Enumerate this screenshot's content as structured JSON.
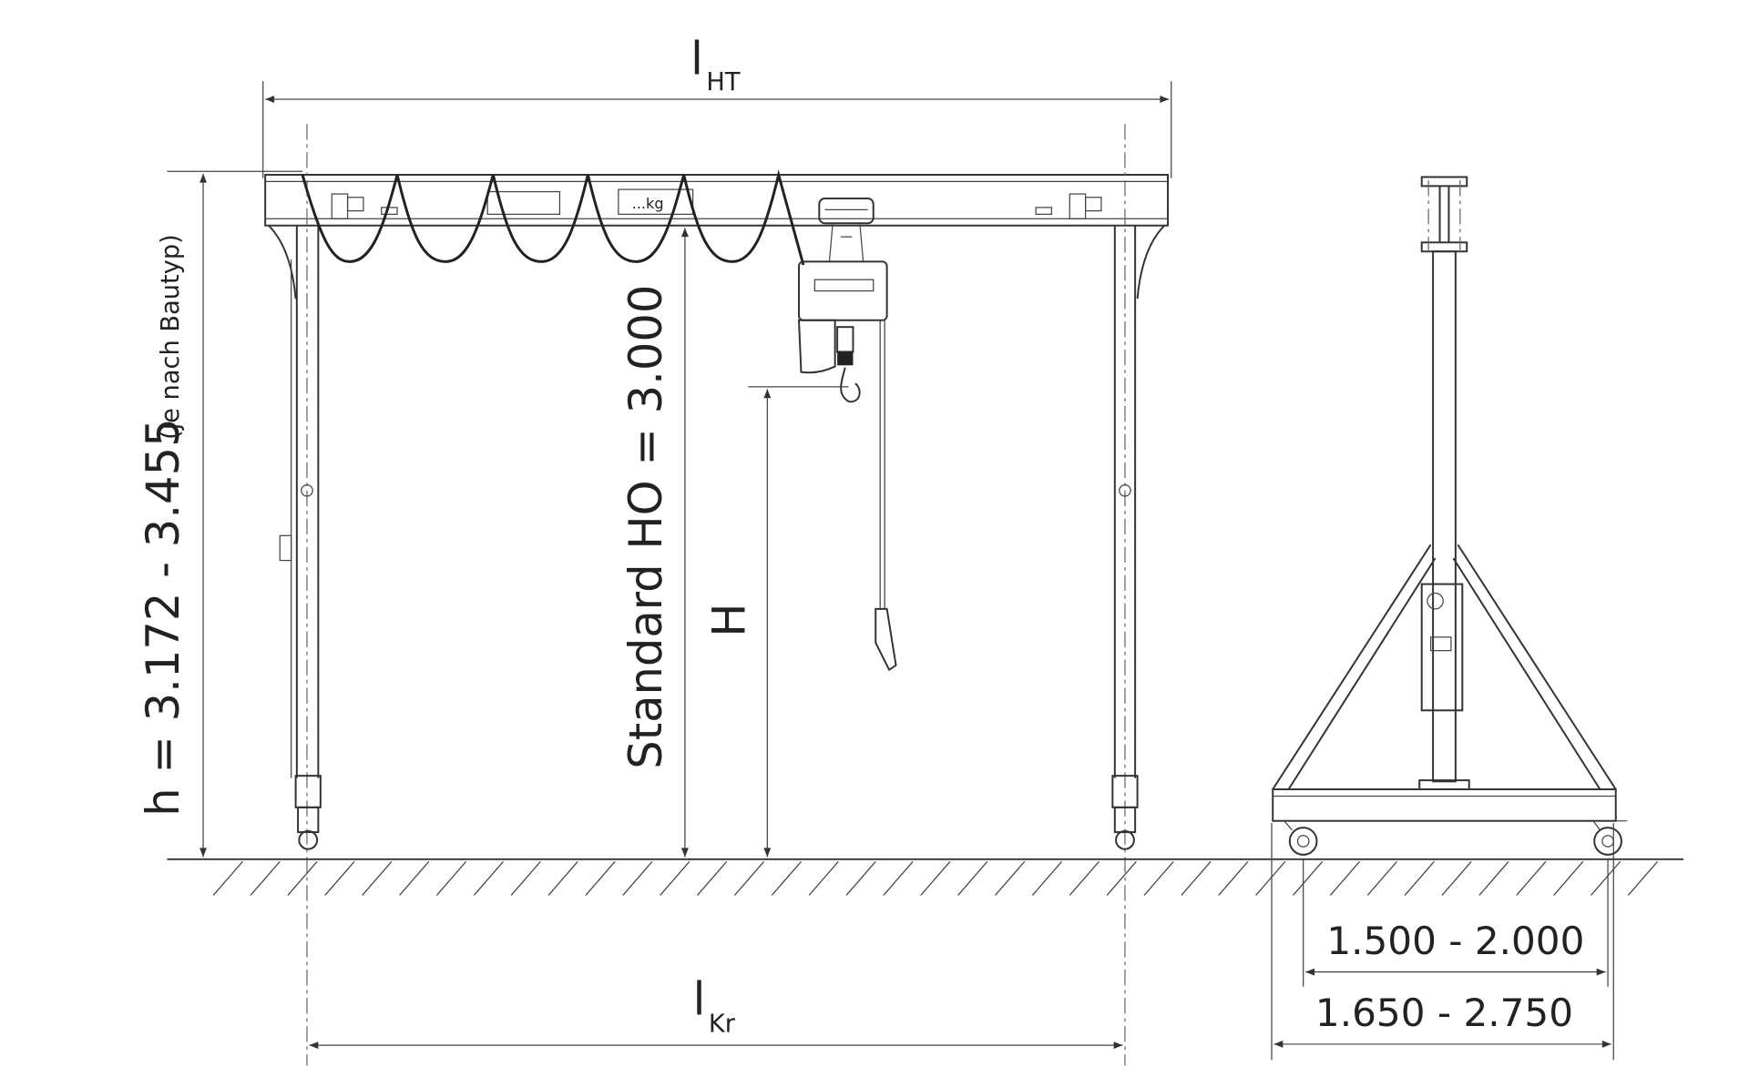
{
  "title": "Portalkran Maßzeichnung",
  "dimensions": {
    "l_ht": {
      "symbol": "l",
      "subscript": "HT"
    },
    "l_kr": {
      "symbol": "l",
      "subscript": "Kr"
    },
    "h_label": "h = 3.172 - 3.455",
    "h_note": "(je nach Bautyp)",
    "ho_label": "Standard HO = 3.000",
    "hook_height": "H",
    "track_width": "1.500 - 2.000",
    "base_width": "1.650 - 2.750"
  },
  "beam": {
    "load_plate": "...kg"
  }
}
